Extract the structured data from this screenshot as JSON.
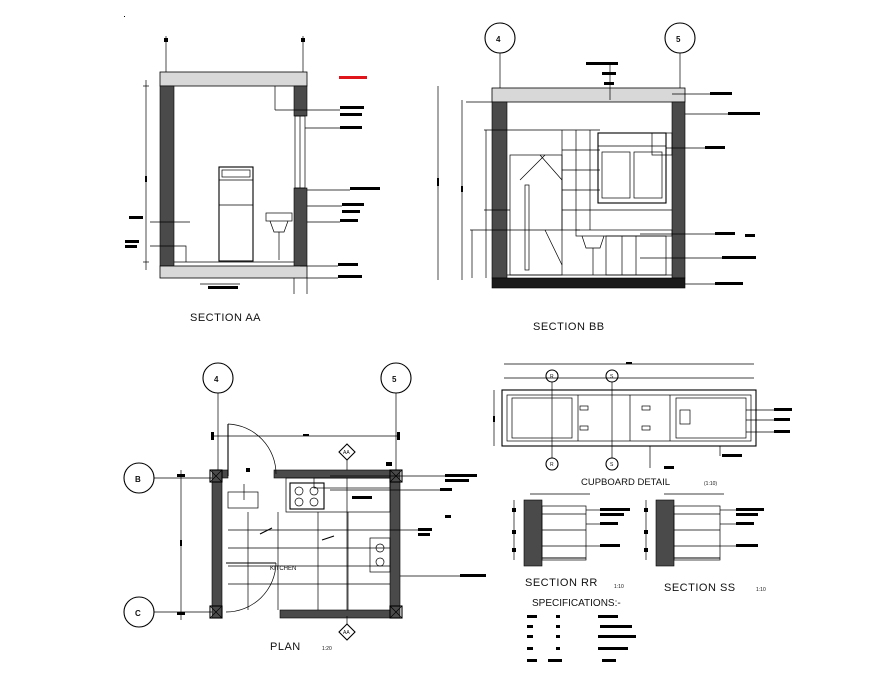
{
  "drawing": {
    "colors": {
      "line": "#000000",
      "wall_fill": "#4a4a4a",
      "slab_fill": "#d8d8d8",
      "highlight": "#e0151b",
      "background": "#ffffff"
    },
    "views": {
      "section_aa": {
        "title": "SECTION AA"
      },
      "section_bb": {
        "title": "SECTION BB",
        "grid_bubbles": [
          "4",
          "5"
        ]
      },
      "plan": {
        "title": "PLAN",
        "scale": "1:20",
        "room_label": "KITCHEN",
        "grid_bubbles_top": [
          "4",
          "5"
        ],
        "grid_bubbles_side": [
          "B",
          "C"
        ],
        "section_markers": [
          "AA",
          "AA"
        ]
      },
      "cupboard_detail": {
        "title": "CUPBOARD DETAIL",
        "scale": "(1:10)",
        "section_markers": [
          "R",
          "S"
        ]
      },
      "section_rr": {
        "title": "SECTION RR",
        "scale": "1:10"
      },
      "section_ss": {
        "title": "SECTION SS",
        "scale": "1:10"
      },
      "specifications": {
        "title": "SPECIFICATIONS:-"
      }
    }
  }
}
